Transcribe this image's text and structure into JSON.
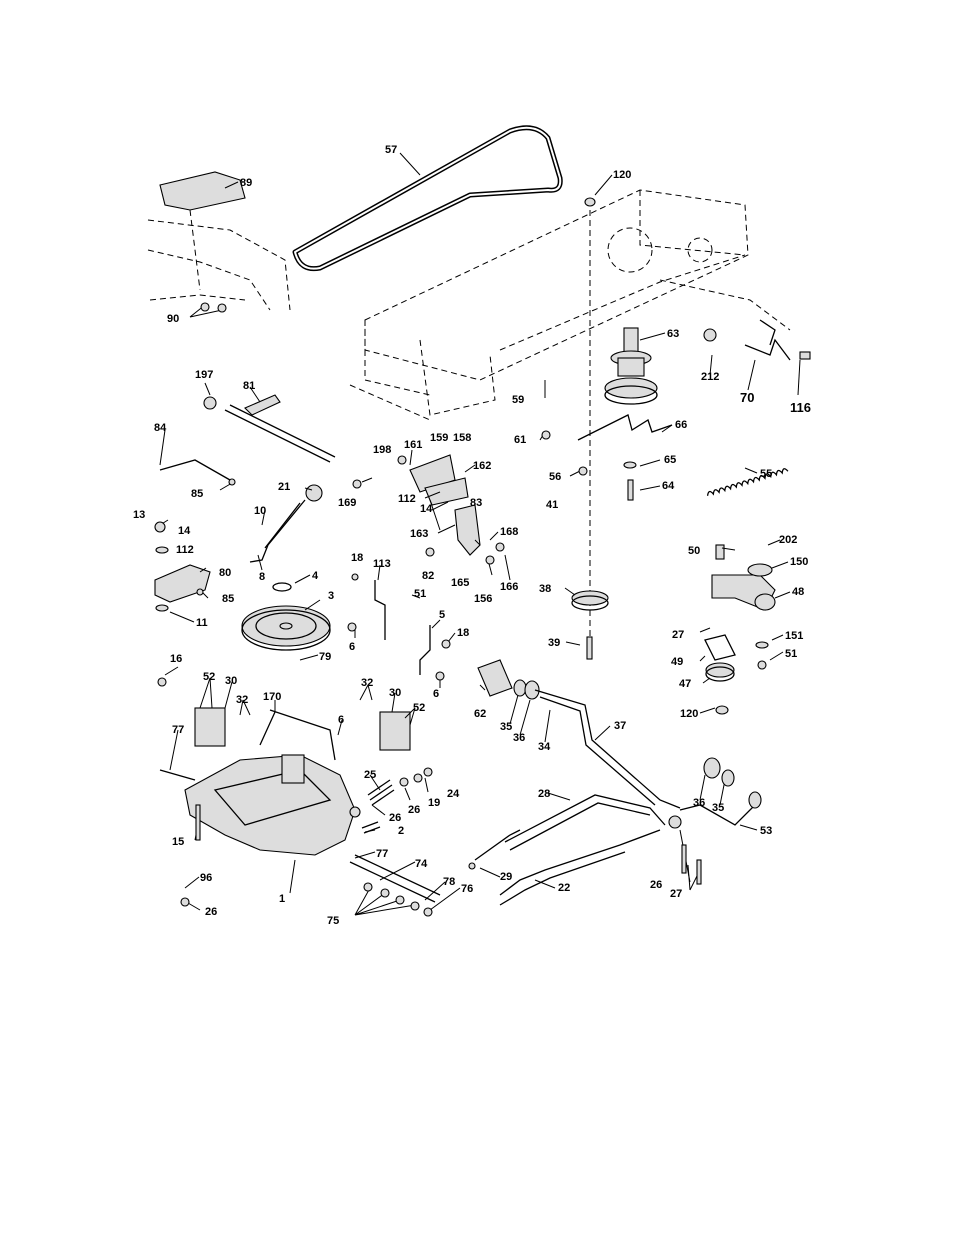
{
  "labels": [
    {
      "id": "p57",
      "text": "57"
    },
    {
      "id": "p89",
      "text": "89"
    },
    {
      "id": "p90",
      "text": "90"
    },
    {
      "id": "p120a",
      "text": "120"
    },
    {
      "id": "p63",
      "text": "63"
    },
    {
      "id": "p212",
      "text": "212"
    },
    {
      "id": "p70",
      "text": "70"
    },
    {
      "id": "p116",
      "text": "116"
    },
    {
      "id": "p59",
      "text": "59"
    },
    {
      "id": "p61",
      "text": "61"
    },
    {
      "id": "p66",
      "text": "66"
    },
    {
      "id": "p56",
      "text": "56"
    },
    {
      "id": "p65",
      "text": "65"
    },
    {
      "id": "p64",
      "text": "64"
    },
    {
      "id": "p55",
      "text": "55"
    },
    {
      "id": "p197",
      "text": "197"
    },
    {
      "id": "p81",
      "text": "81"
    },
    {
      "id": "p84",
      "text": "84"
    },
    {
      "id": "p85a",
      "text": "85"
    },
    {
      "id": "p198",
      "text": "198"
    },
    {
      "id": "p161",
      "text": "161"
    },
    {
      "id": "p159",
      "text": "159"
    },
    {
      "id": "p158",
      "text": "158"
    },
    {
      "id": "p162",
      "text": "162"
    },
    {
      "id": "p112a",
      "text": "112"
    },
    {
      "id": "p14a",
      "text": "14"
    },
    {
      "id": "p83",
      "text": "83"
    },
    {
      "id": "p169",
      "text": "169"
    },
    {
      "id": "p21",
      "text": "21"
    },
    {
      "id": "p10",
      "text": "10"
    },
    {
      "id": "p41",
      "text": "41"
    },
    {
      "id": "p163",
      "text": "163"
    },
    {
      "id": "p168",
      "text": "168"
    },
    {
      "id": "p13",
      "text": "13"
    },
    {
      "id": "p14b",
      "text": "14"
    },
    {
      "id": "p112b",
      "text": "112"
    },
    {
      "id": "p80",
      "text": "80"
    },
    {
      "id": "p85b",
      "text": "85"
    },
    {
      "id": "p11",
      "text": "11"
    },
    {
      "id": "p8",
      "text": "8"
    },
    {
      "id": "p4",
      "text": "4"
    },
    {
      "id": "p3",
      "text": "3"
    },
    {
      "id": "p18a",
      "text": "18"
    },
    {
      "id": "p113",
      "text": "113"
    },
    {
      "id": "p82",
      "text": "82"
    },
    {
      "id": "p165",
      "text": "165"
    },
    {
      "id": "p156",
      "text": "156"
    },
    {
      "id": "p166",
      "text": "166"
    },
    {
      "id": "p50",
      "text": "50"
    },
    {
      "id": "p202",
      "text": "202"
    },
    {
      "id": "p150",
      "text": "150"
    },
    {
      "id": "p38",
      "text": "38"
    },
    {
      "id": "p48",
      "text": "48"
    },
    {
      "id": "p51a",
      "text": "51"
    },
    {
      "id": "p5",
      "text": "5"
    },
    {
      "id": "p18b",
      "text": "18"
    },
    {
      "id": "p6a",
      "text": "6"
    },
    {
      "id": "p39",
      "text": "39"
    },
    {
      "id": "p27a",
      "text": "27"
    },
    {
      "id": "p151",
      "text": "151"
    },
    {
      "id": "p51b",
      "text": "51"
    },
    {
      "id": "p79",
      "text": "79"
    },
    {
      "id": "p49",
      "text": "49"
    },
    {
      "id": "p16",
      "text": "16"
    },
    {
      "id": "p52a",
      "text": "52"
    },
    {
      "id": "p30a",
      "text": "30"
    },
    {
      "id": "p32a",
      "text": "32"
    },
    {
      "id": "p30b",
      "text": "30"
    },
    {
      "id": "p6b",
      "text": "6"
    },
    {
      "id": "p62",
      "text": "62"
    },
    {
      "id": "p47",
      "text": "47"
    },
    {
      "id": "p170",
      "text": "170"
    },
    {
      "id": "p52b",
      "text": "52"
    },
    {
      "id": "p120b",
      "text": "120"
    },
    {
      "id": "p32b",
      "text": "32"
    },
    {
      "id": "p35a",
      "text": "35"
    },
    {
      "id": "p36a",
      "text": "36"
    },
    {
      "id": "p34",
      "text": "34"
    },
    {
      "id": "p37",
      "text": "37"
    },
    {
      "id": "p77a",
      "text": "77"
    },
    {
      "id": "p6c",
      "text": "6"
    },
    {
      "id": "p25",
      "text": "25"
    },
    {
      "id": "p26a",
      "text": "26"
    },
    {
      "id": "p19",
      "text": "19"
    },
    {
      "id": "p24",
      "text": "24"
    },
    {
      "id": "p28",
      "text": "28"
    },
    {
      "id": "p36b",
      "text": "36"
    },
    {
      "id": "p35b",
      "text": "35"
    },
    {
      "id": "p53",
      "text": "53"
    },
    {
      "id": "p26b",
      "text": "26"
    },
    {
      "id": "p2",
      "text": "2"
    },
    {
      "id": "p15",
      "text": "15"
    },
    {
      "id": "p77b",
      "text": "77"
    },
    {
      "id": "p74",
      "text": "74"
    },
    {
      "id": "p29",
      "text": "29"
    },
    {
      "id": "p22",
      "text": "22"
    },
    {
      "id": "p26c",
      "text": "26"
    },
    {
      "id": "p27b",
      "text": "27"
    },
    {
      "id": "p96",
      "text": "96"
    },
    {
      "id": "p1",
      "text": "1"
    },
    {
      "id": "p78",
      "text": "78"
    },
    {
      "id": "p76",
      "text": "76"
    },
    {
      "id": "p26d",
      "text": "26"
    },
    {
      "id": "p75",
      "text": "75"
    }
  ]
}
